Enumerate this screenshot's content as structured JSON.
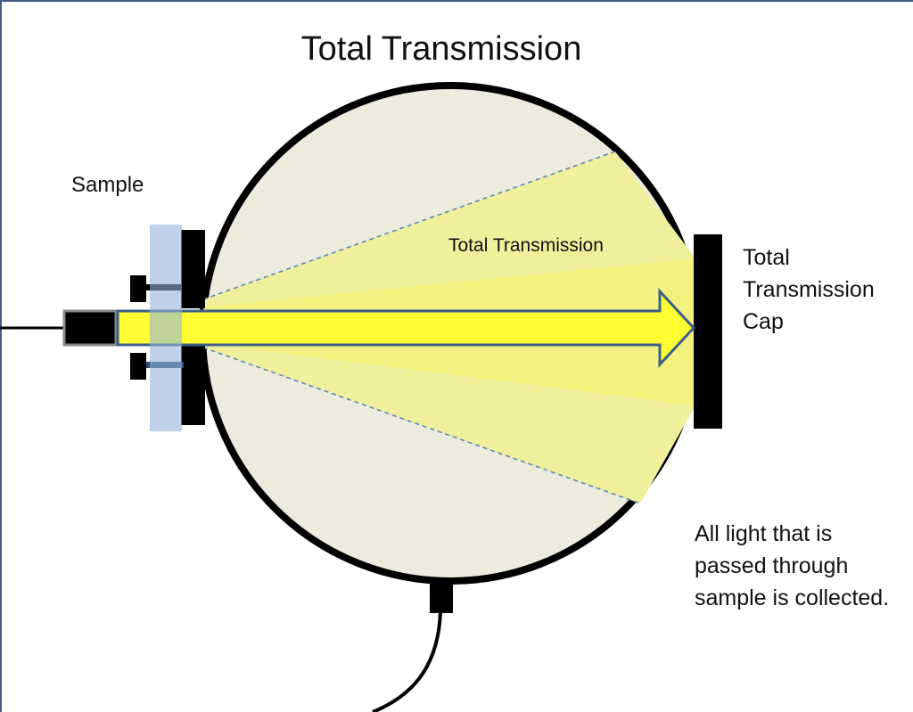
{
  "title": "Total Transmission",
  "labels": {
    "sample": "Sample",
    "beam": "Total Transmission",
    "cap_lines": [
      "Total",
      "Transmission",
      "Cap"
    ],
    "note_lines": [
      "All light that is",
      "passed through",
      "sample is collected."
    ]
  },
  "colors": {
    "sphere_fill": "#ecebdd",
    "sphere_stroke": "#000000",
    "beam_pale": "#f0ef9c",
    "beam_mid": "#f4f27c",
    "arrow_fill": "#ffff33",
    "arrow_stroke": "#3f5f86",
    "sample_fill": "#92b2d8",
    "dashed_line": "#4f81bd",
    "frame": "#3f5f86"
  }
}
